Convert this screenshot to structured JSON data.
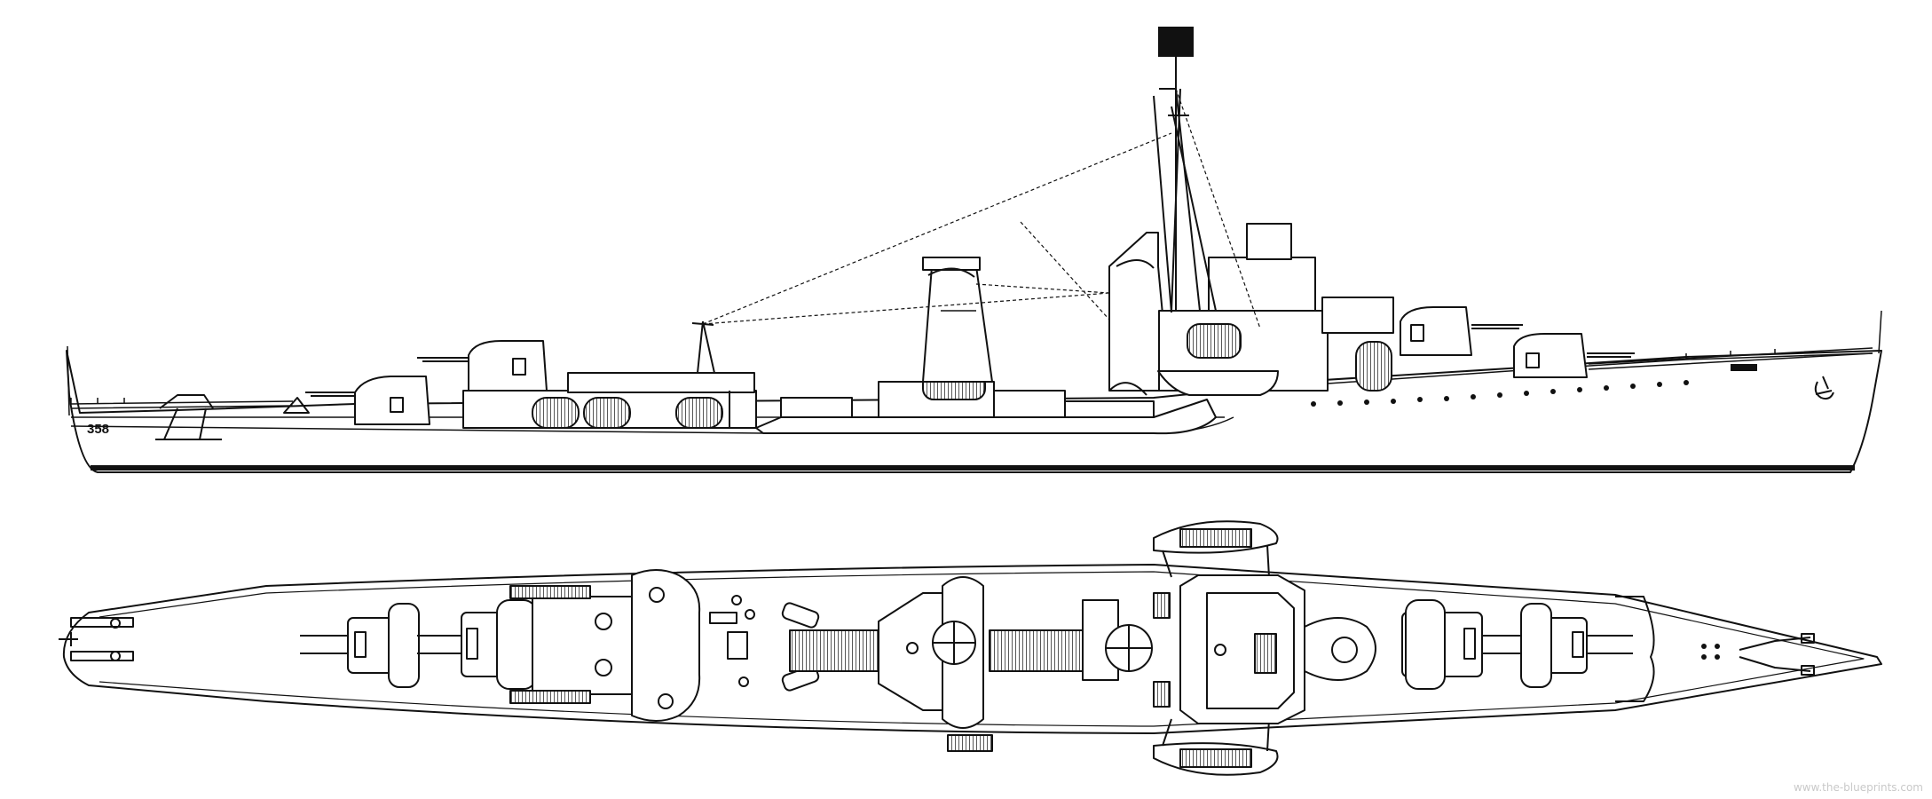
{
  "drawing": {
    "hull_number": "358",
    "watermark": "www.the-blueprints.com",
    "views": [
      "side-profile",
      "top-plan"
    ],
    "line_color": "#111111",
    "background_color": "#ffffff"
  }
}
